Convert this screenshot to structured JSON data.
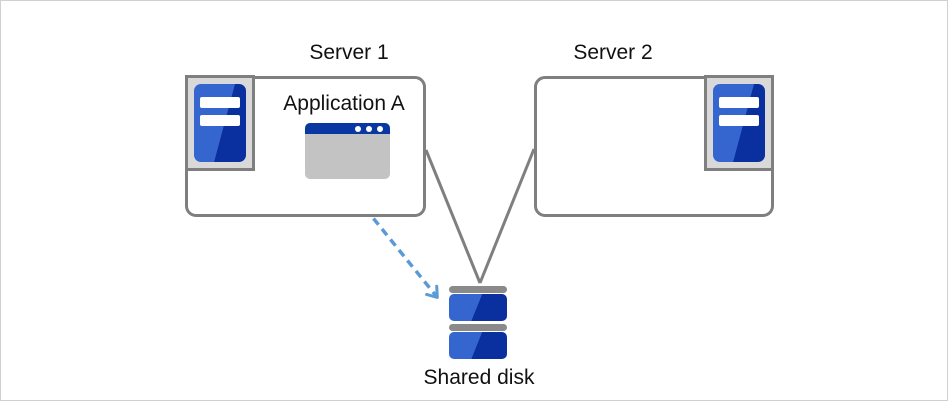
{
  "diagram": {
    "nodes": {
      "server1": {
        "label": "Server 1",
        "icon": "server-tower-icon"
      },
      "server2": {
        "label": "Server 2",
        "icon": "server-tower-icon"
      },
      "application_a": {
        "label": "Application A",
        "icon": "application-window-icon"
      },
      "shared_disk": {
        "label": "Shared disk",
        "icon": "disk-stack-icon"
      }
    },
    "edges": [
      {
        "from": "server1",
        "to": "shared_disk",
        "style": "solid"
      },
      {
        "from": "server2",
        "to": "shared_disk",
        "style": "solid"
      },
      {
        "from": "application_a",
        "to": "shared_disk",
        "style": "dashed-arrow"
      }
    ],
    "colors": {
      "canvas_border": "#d0d0d0",
      "text": "#111111",
      "box_border": "#7f7f7f",
      "connector": "#7f7f7f",
      "icon_frame_fill": "#d9d9d9",
      "icon_frame_border": "#7f7f7f",
      "icon_blue_light": "#3565cf",
      "icon_blue_dark": "#0a2f9e",
      "app_titlebar_blue": "#0a38a3",
      "app_body_gray": "#c3c3c3",
      "disk_bar_gray": "#8a8a8a",
      "arrow_blue": "#5b9bd5"
    }
  }
}
